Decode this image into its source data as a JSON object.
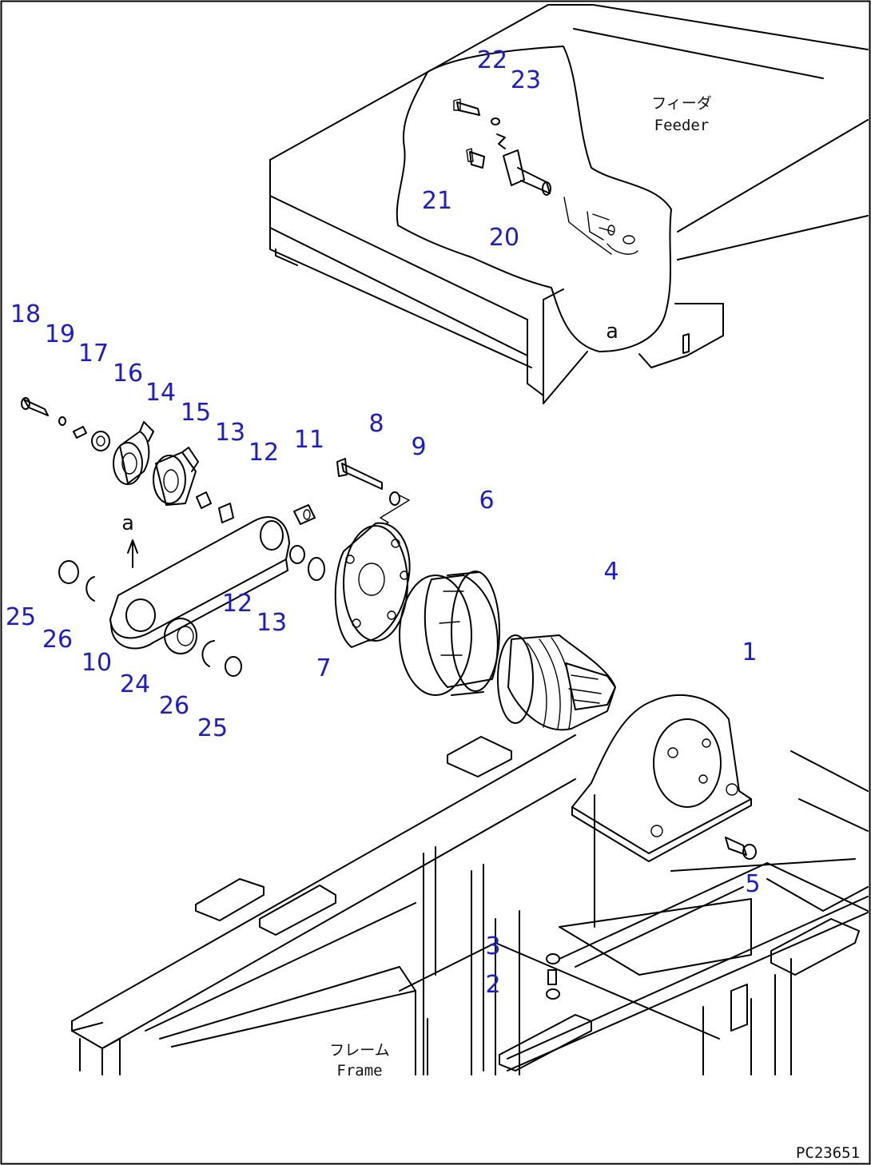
{
  "document": {
    "drawing_id": "PC23651",
    "feeder_jp": "フィーダ",
    "feeder_en": "Feeder",
    "frame_jp": "フレーム",
    "frame_en": "Frame",
    "view_label": "a"
  },
  "callouts": [
    "1",
    "2",
    "3",
    "4",
    "5",
    "6",
    "7",
    "8",
    "9",
    "10",
    "11",
    "12",
    "12",
    "13",
    "13",
    "14",
    "15",
    "16",
    "17",
    "18",
    "19",
    "20",
    "21",
    "22",
    "23",
    "24",
    "25",
    "25",
    "26",
    "26"
  ],
  "colors": {
    "callout": "#1a1adc",
    "line": "#000000"
  }
}
